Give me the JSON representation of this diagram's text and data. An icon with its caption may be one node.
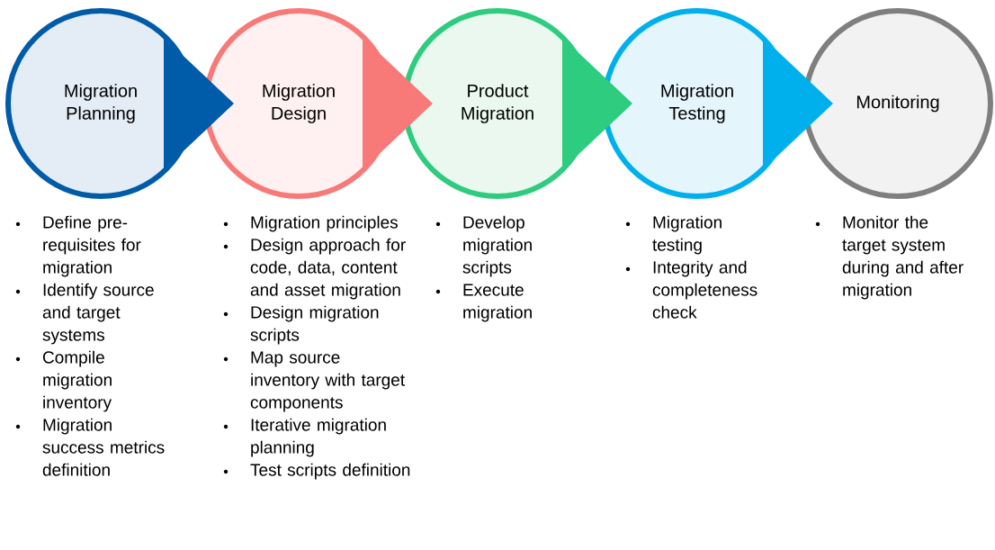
{
  "diagram": {
    "nodes": [
      {
        "text": [
          "Migration Planning"
        ],
        "beside": [
          "Define pre-requisites for migration",
          "Identify source and target systems",
          "Compile migration inventory",
          "Migration success metrics definition"
        ]
      },
      {
        "text": [
          "Migration Design"
        ],
        "beside": [
          "Migration principles",
          "Design approach for code, data, content and asset migration",
          "Design migration scripts",
          "Map source inventory with target components",
          "Iterative migration planning",
          "Test scripts definition"
        ]
      },
      {
        "text": [
          "Product Migration"
        ],
        "beside": [
          "Develop migration scripts",
          "Execute migration"
        ]
      },
      {
        "text": [
          "Migration Testing"
        ],
        "beside": [
          "Migration testing",
          "Integrity and completeness check"
        ]
      },
      {
        "text": [
          "Monitoring"
        ],
        "beside": [
          "Monitor the target system during and after migration"
        ]
      }
    ],
    "edges": [
      {
        "from": 0,
        "to": 1,
        "arrow": "to",
        "color": "#005ca8"
      },
      {
        "from": 1,
        "to": 2,
        "arrow": "to",
        "color": "#f77a78"
      },
      {
        "from": 2,
        "to": 3,
        "arrow": "to",
        "color": "#2ecc7f"
      },
      {
        "from": 3,
        "to": 4,
        "arrow": "to",
        "color": "#00b0ec"
      }
    ]
  }
}
